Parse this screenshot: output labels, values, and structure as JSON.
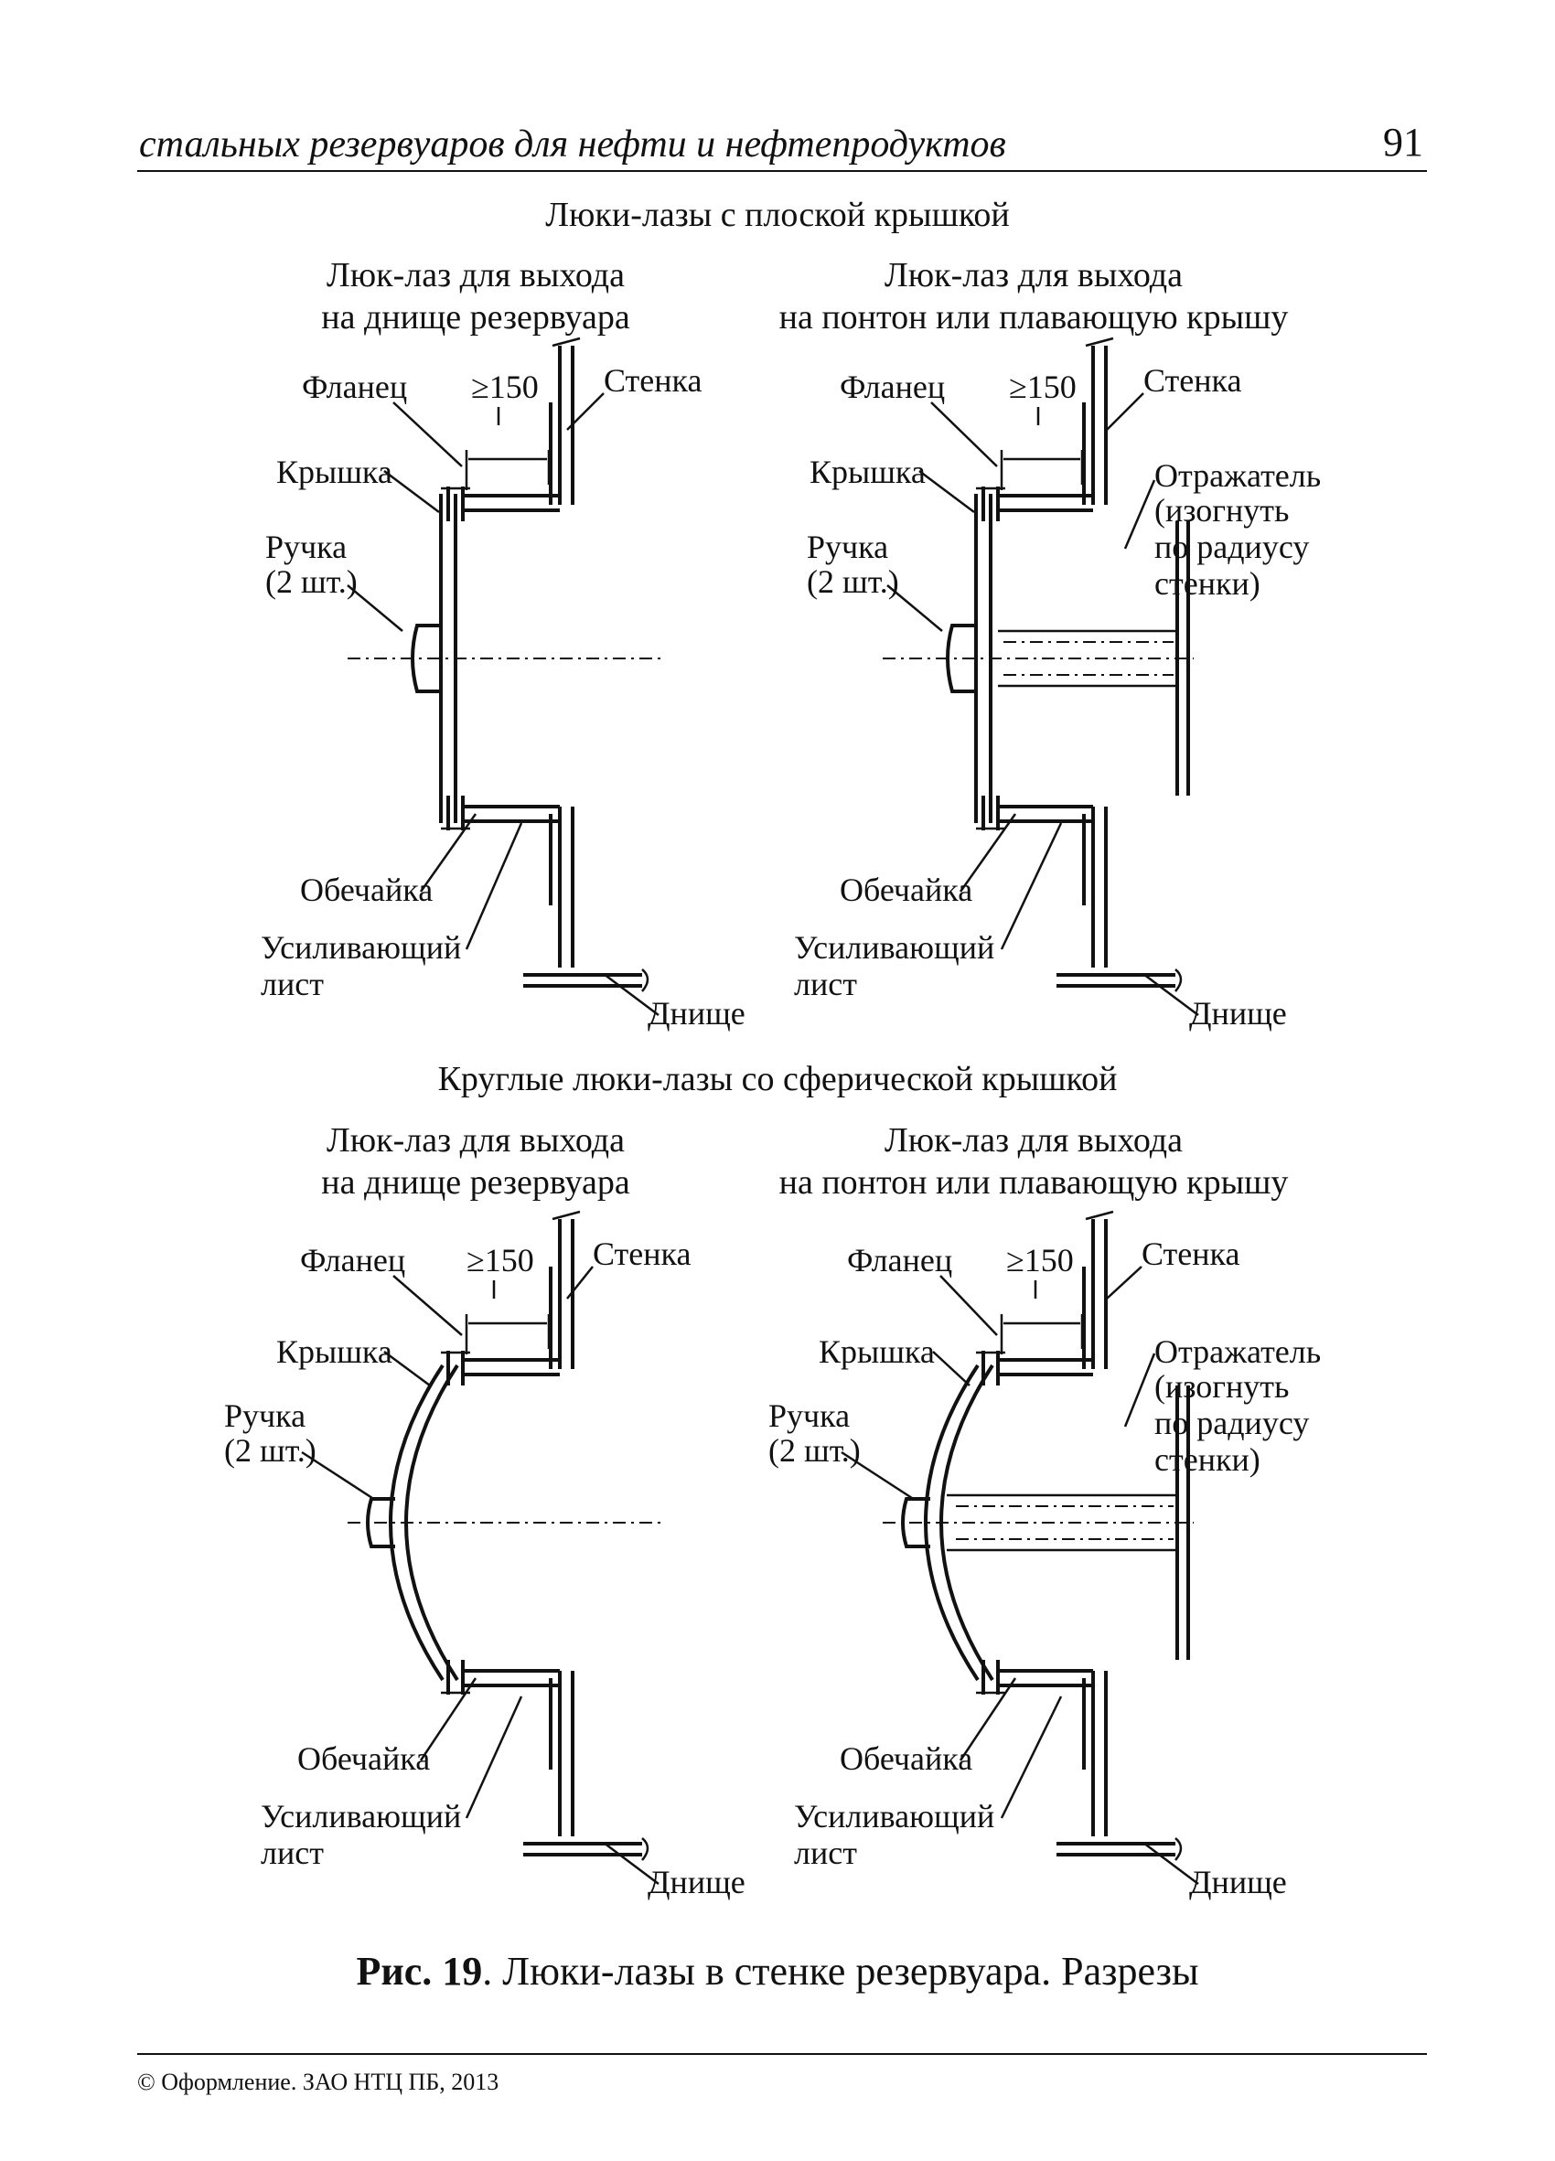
{
  "header": {
    "title": "стальных резервуаров для нефти и нефтепродуктов",
    "page_number": "91"
  },
  "section_flat": {
    "title": "Люки-лазы с плоской крышкой"
  },
  "section_round": {
    "title": "Круглые люки-лазы со сферической крышкой"
  },
  "variants": {
    "bottom_line1": "Люк-лаз для выхода",
    "bottom_line2": "на днище резервуара",
    "pontoon_line1": "Люк-лаз для выхода",
    "pontoon_line2": "на понтон или плавающую крышу"
  },
  "labels": {
    "flange": "Фланец",
    "dim": "≥150",
    "wall": "Стенка",
    "cover": "Крышка",
    "handle1": "Ручка",
    "handle2": "(2 шт.)",
    "shell": "Обечайка",
    "reinforce1": "Усиливающий",
    "reinforce2": "лист",
    "bottom": "Днище",
    "reflector1": "Отражатель",
    "reflector2": "(изогнуть",
    "reflector3": "по радиусу",
    "reflector4": "стенки)"
  },
  "caption": {
    "bold": "Рис. 19",
    "text": ". Люки-лазы в стенке резервуара. Разрезы"
  },
  "footer": {
    "text": "© Оформление. ЗАО НТЦ ПБ, 2013"
  }
}
